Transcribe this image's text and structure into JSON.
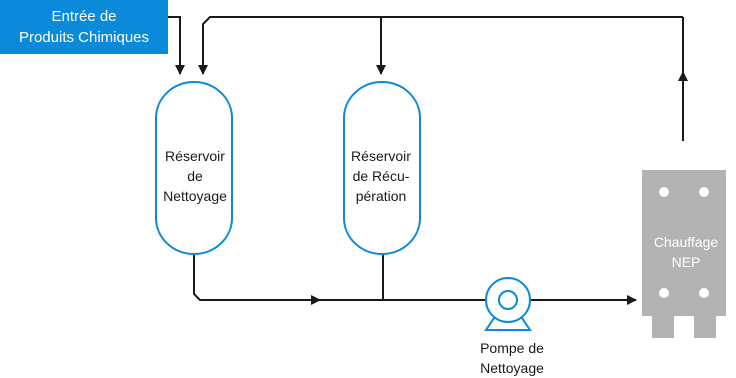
{
  "chemical_inlet": {
    "lines": [
      "Entrée de",
      "Produits Chimiques"
    ],
    "color": "#0a8ad8"
  },
  "cleaning_tank": {
    "lines": [
      "Réservoir",
      "de",
      "Nettoyage"
    ],
    "stroke": "#0a8ad8"
  },
  "recovery_tank": {
    "lines": [
      "Réservoir",
      "de Récu-",
      "pération"
    ],
    "stroke": "#0a8ad8"
  },
  "heater": {
    "lines": [
      "Chauffage",
      "NEP"
    ],
    "color": "#b3b3b3"
  },
  "pump": {
    "lines": [
      "Pompe de",
      "Nettoyage"
    ],
    "stroke": "#0a8ad8"
  },
  "colors": {
    "line": "#1a1a1a",
    "accent": "#0a8ad8"
  }
}
